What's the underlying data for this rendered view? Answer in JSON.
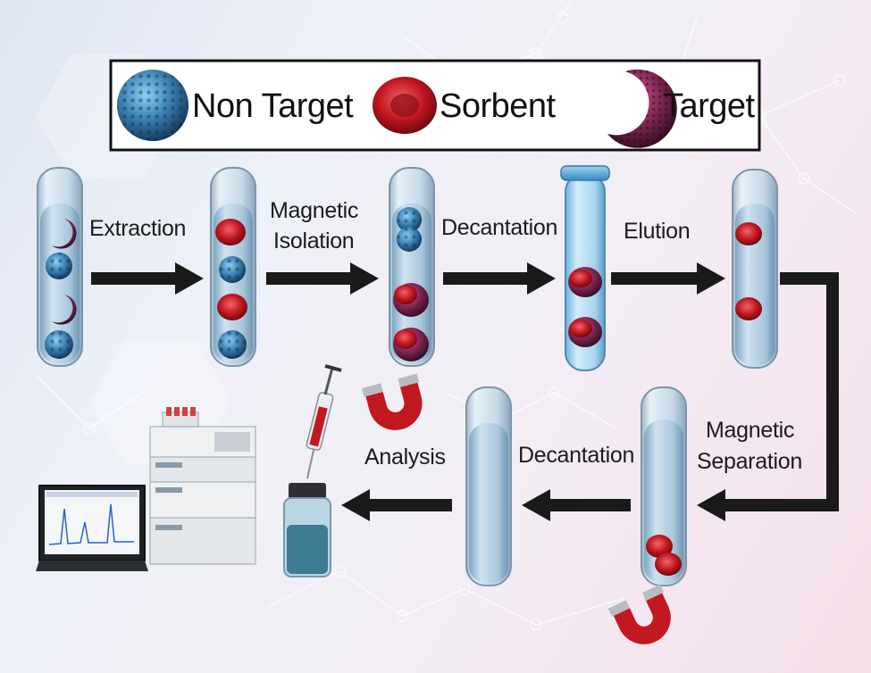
{
  "legend": {
    "non_target": "Non Target",
    "sorbent": "Sorbent",
    "target": "Target"
  },
  "steps": {
    "extraction": "Extraction",
    "magnetic_isolation_1": "Magnetic",
    "magnetic_isolation_2": "Isolation",
    "decantation_top": "Decantation",
    "elution": "Elution",
    "magnetic_separation_1": "Magnetic",
    "magnetic_separation_2": "Separation",
    "decantation_bottom": "Decantation",
    "analysis": "Analysis"
  },
  "colors": {
    "non_target": "#3a7fb2",
    "sorbent": "#c0151f",
    "target": "#7a2450",
    "arrow": "#1a1a1a",
    "magnet": "#c21820"
  }
}
